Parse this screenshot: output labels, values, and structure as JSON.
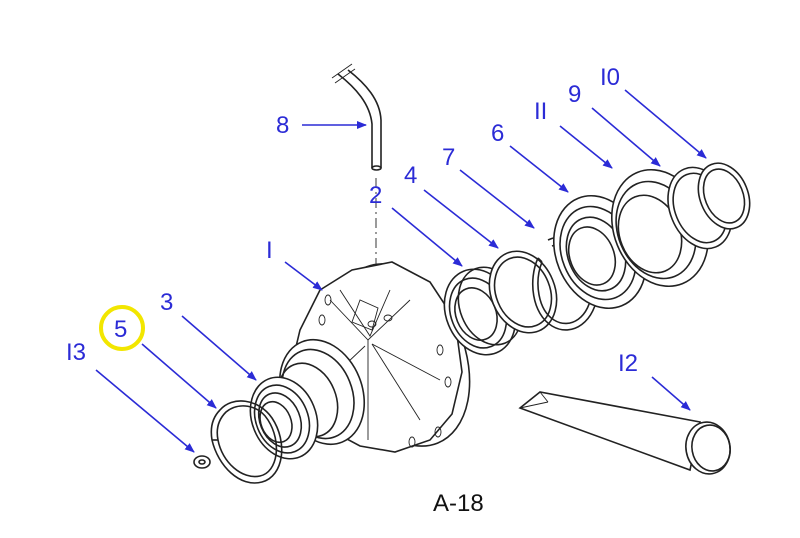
{
  "figure": {
    "label": "A-18",
    "callout_color": "#2b2bd6",
    "highlight_color": "#f2e600",
    "highlighted_callout": "5"
  },
  "callouts": [
    {
      "id": "1",
      "text": "I",
      "part": "housing"
    },
    {
      "id": "2",
      "text": "2",
      "part": "bearing-cup"
    },
    {
      "id": "3",
      "text": "3",
      "part": "front-seal"
    },
    {
      "id": "4",
      "text": "4",
      "part": "ring"
    },
    {
      "id": "5",
      "text": "5",
      "part": "snap-ring"
    },
    {
      "id": "6",
      "text": "6",
      "part": "bearing-cone"
    },
    {
      "id": "7",
      "text": "7",
      "part": "retaining-ring"
    },
    {
      "id": "8",
      "text": "8",
      "part": "vent-tube"
    },
    {
      "id": "9",
      "text": "9",
      "part": "o-ring"
    },
    {
      "id": "10",
      "text": "I0",
      "part": "seal-ring"
    },
    {
      "id": "11",
      "text": "II",
      "part": "rear-seal"
    },
    {
      "id": "12",
      "text": "I2",
      "part": "grease-tube"
    },
    {
      "id": "13",
      "text": "I3",
      "part": "washer"
    }
  ]
}
